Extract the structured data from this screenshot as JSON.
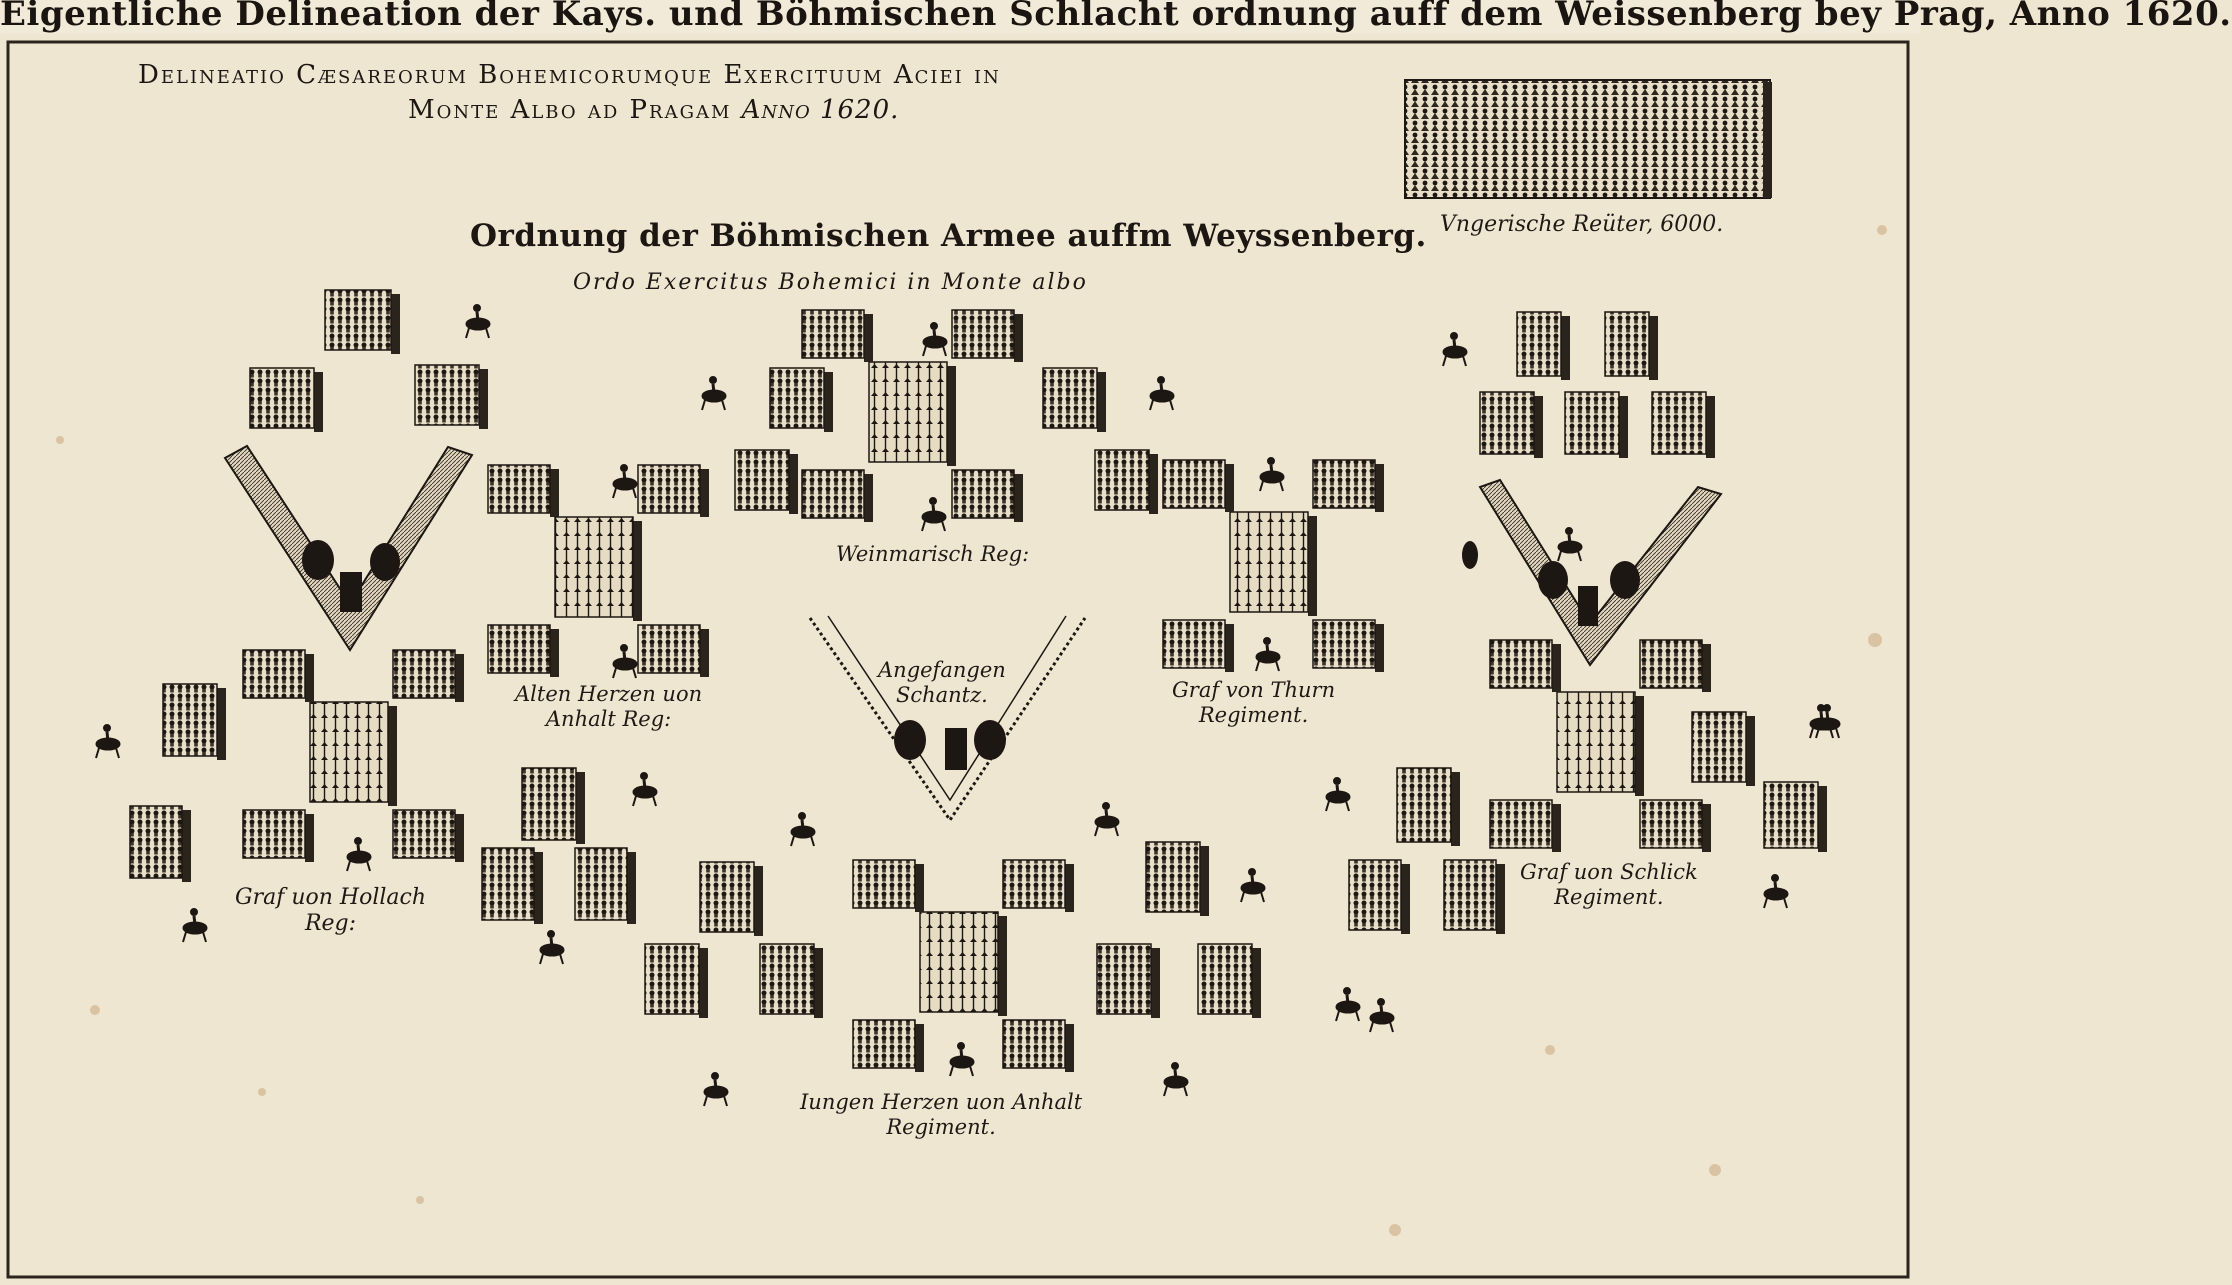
{
  "header": {
    "top_caption": "Eigentliche Delineation der Kays. und Böhmischen Schlacht ordnung auff dem Weissenberg bey Prag, Anno 1620.",
    "title_latin_line1": "Delineatio Cæsareorum Bohemicorumque Exercituum Aciei in",
    "title_latin_line2": "Monte Albo ad Pragam",
    "title_latin_year": "Anno 1620.",
    "title_german": "Ordnung der Böhmischen Armee auffm Weyssenberg.",
    "title_ordo": "Ordo Exercitus Bohemici in Monte albo"
  },
  "labels": {
    "hungarian_cavalry": "Vngerische Reüter, 6000.",
    "weimar": "Weinmarisch Reg:",
    "anhalt_elder_1": "Alten Herzen uon",
    "anhalt_elder_2": "Anhalt Reg:",
    "captured_redoubt_1": "Angefangen",
    "captured_redoubt_2": "Schantz.",
    "thurn_1": "Graf von Thurn",
    "thurn_2": "Regiment.",
    "hollach_1": "Graf uon Hollach",
    "hollach_2": "Reg:",
    "schlick_1": "Graf uon Schlick",
    "schlick_2": "Regiment.",
    "anhalt_young_1": "Iungen Herzen uon Anhalt",
    "anhalt_young_2": "Regiment."
  },
  "colors": {
    "paper": "#efe6d2",
    "ink": "#1e1914",
    "foxing": "#c9a57a"
  }
}
